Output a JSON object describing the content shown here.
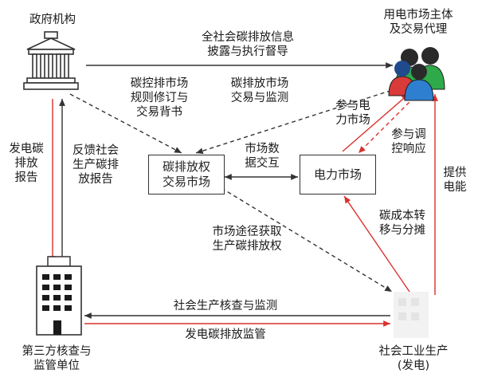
{
  "nodes": {
    "government": "政府机构",
    "users": "用电市场主体\n及交易代理",
    "carbon_market": "碳排放权\n交易市场",
    "power_market": "电力市场",
    "third_party": "第三方核查与\n监管单位",
    "industry": "社会工业生产\n(发电)"
  },
  "edge_labels": {
    "disclosure": "全社会碳排放信息\n披露与执行督导",
    "rules": "碳控排市场\n规则修订与\n交易背书",
    "trade_monitor": "碳排放市场\n交易与监测",
    "join_power": "参与电\n力市场",
    "demand_response": "参与调\n控响应",
    "data_exchange": "市场数\n据交互",
    "gen_report": "发电碳\n排放\n报告",
    "feedback_report": "反馈社会\n生产碳排\n放报告",
    "acquire_rights": "市场途径获取\n生产碳排放权",
    "cost_transfer": "碳成本转\n移与分摊",
    "supply_power": "提供\n电能",
    "verify_monitor": "社会生产核查与监测",
    "gen_supervision": "发电碳排放监管"
  },
  "colors": {
    "red": "#d9312c",
    "black": "#333333",
    "person_green": "#2eaa4a",
    "person_red": "#d93a3a",
    "person_blue": "#2f7fd0",
    "person_navy": "#1f4a8c"
  }
}
